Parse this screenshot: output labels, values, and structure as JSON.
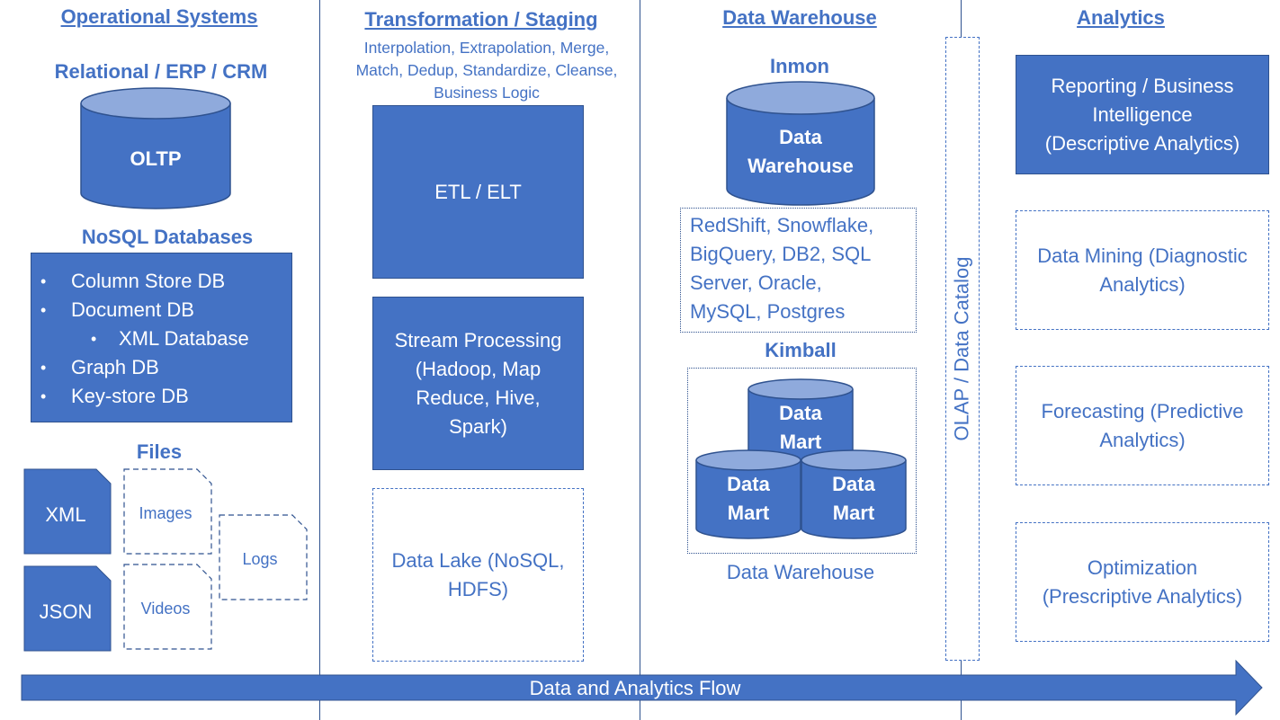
{
  "columns": {
    "operational": {
      "title": "Operational Systems",
      "relational_title": "Relational / ERP / CRM",
      "oltp_label": "OLTP",
      "nosql_title": "NoSQL Databases",
      "nosql_items": [
        "Column Store DB",
        "Document DB",
        "XML Database",
        "Graph DB",
        "Key-store DB"
      ],
      "files_title": "Files",
      "files": {
        "xml": "XML",
        "json": "JSON",
        "images": "Images",
        "videos": "Videos",
        "logs": "Logs"
      }
    },
    "transformation": {
      "title": "Transformation / Staging",
      "description_lines": [
        "Interpolation, Extrapolation, Merge,",
        "Match, Dedup, Standardize, Cleanse,",
        "Business Logic"
      ],
      "etl_label": "ETL / ELT",
      "stream_lines": [
        "Stream Processing",
        "(Hadoop, Map",
        "Reduce, Hive,",
        "Spark)"
      ],
      "lake_lines": [
        "Data Lake (NoSQL,",
        "HDFS)"
      ]
    },
    "warehouse": {
      "title": "Data Warehouse",
      "inmon_title": "Inmon",
      "dw_cylinder_lines": [
        "Data",
        "Warehouse"
      ],
      "products_lines": [
        "RedShift, Snowflake,",
        "BigQuery, DB2, SQL",
        "Server, Oracle,",
        "MySQL, Postgres"
      ],
      "kimball_title": "Kimball",
      "mart_lines": [
        "Data",
        "Mart"
      ],
      "bottom_label": "Data Warehouse"
    },
    "olap": {
      "label": "OLAP / Data Catalog"
    },
    "analytics": {
      "title": "Analytics",
      "reporting_lines": [
        "Reporting / Business",
        "Intelligence",
        "(Descriptive Analytics)"
      ],
      "mining_lines": [
        "Data Mining (Diagnostic",
        "Analytics)"
      ],
      "forecasting_lines": [
        "Forecasting (Predictive",
        "Analytics)"
      ],
      "optimization_lines": [
        "Optimization",
        "(Prescriptive Analytics)"
      ]
    }
  },
  "flow_arrow": {
    "label": "Data and Analytics Flow"
  },
  "colors": {
    "primary": "#4472c4",
    "border": "#2f528f",
    "background": "#ffffff",
    "cylinder_top": "#8faadc"
  }
}
